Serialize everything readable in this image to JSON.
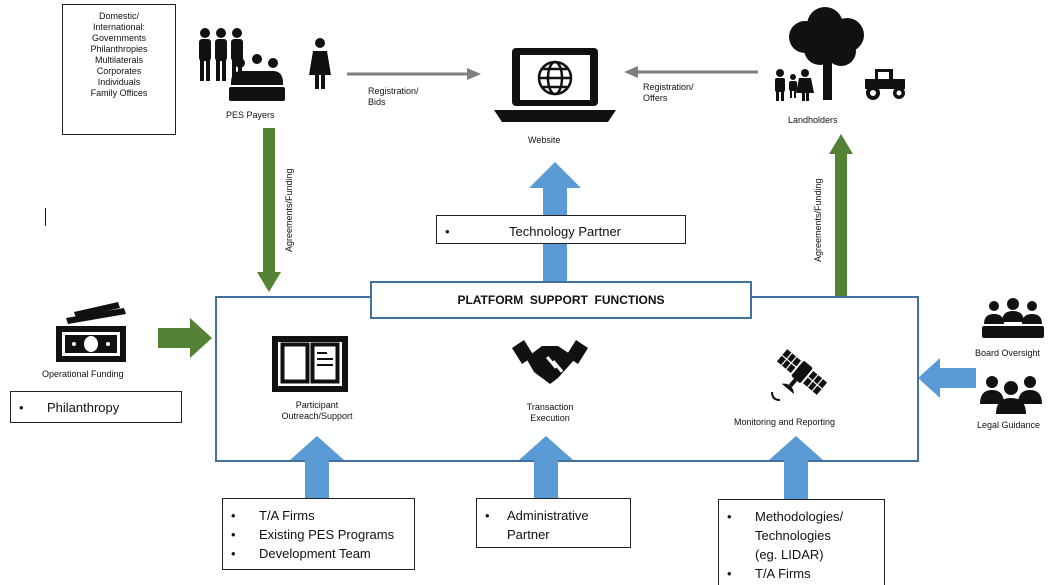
{
  "payers_box": {
    "lines": [
      "Domestic/",
      "International:",
      "Governments",
      "Philanthropies",
      "Multilaterals",
      "Corporates",
      "Individuals",
      "Family Offices"
    ]
  },
  "pes_payers": {
    "label": "PES Payers"
  },
  "website": {
    "label": "Website"
  },
  "landholders": {
    "label": "Landholders"
  },
  "reg_bids": {
    "line1": "Registration/",
    "line2": "Bids"
  },
  "reg_offers": {
    "line1": "Registration/",
    "line2": "Offers"
  },
  "agreements_left": "Agreements/Funding",
  "agreements_right": "Agreements/Funding",
  "technology_partner": {
    "item": "Technology  Partner"
  },
  "platform": {
    "title": "PLATFORM  SUPPORT  FUNCTIONS"
  },
  "functions": {
    "outreach": {
      "line1": "Participant",
      "line2": "Outreach/Support"
    },
    "transaction": {
      "line1": "Transaction",
      "line2": "Execution"
    },
    "monitoring": {
      "label": "Monitoring and Reporting"
    }
  },
  "operational_funding": {
    "label": "Operational Funding",
    "item": "Philanthropy"
  },
  "board_oversight": "Board Oversight",
  "legal_guidance": "Legal Guidance",
  "outreach_partners": [
    "T/A Firms",
    "Existing PES Programs",
    "Development Team"
  ],
  "admin_partner": [
    "Administrative Partner"
  ],
  "monitoring_partners": [
    "Methodologies/ Technologies (eg. LIDAR)",
    "T/A Firms"
  ],
  "colors": {
    "blue_arrow": "#5b9bd5",
    "green_arrow": "#548235",
    "gray_arrow": "#7f7f7f",
    "platform_border": "#41719c"
  }
}
